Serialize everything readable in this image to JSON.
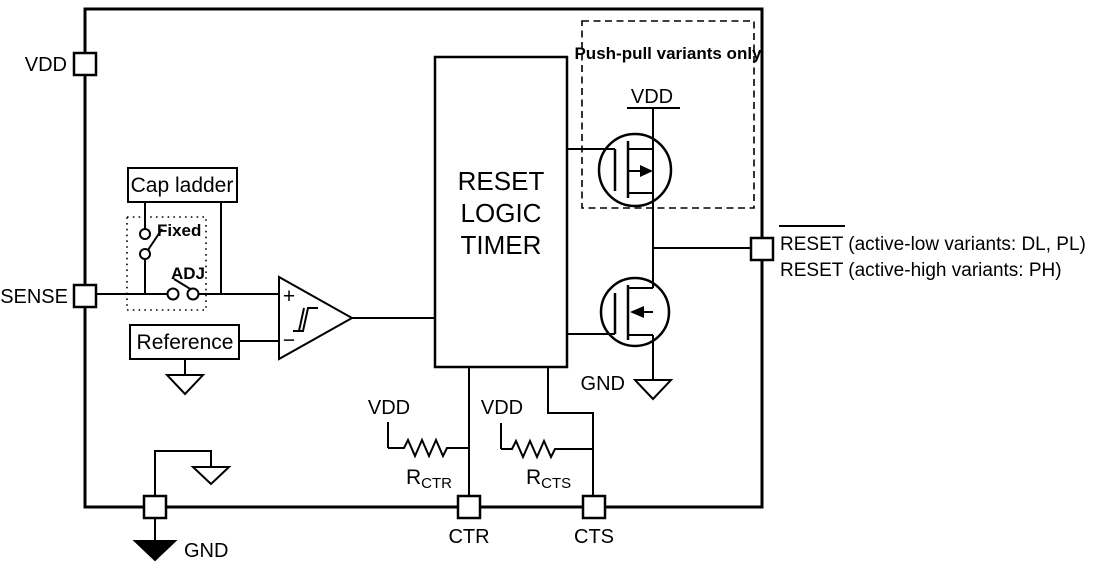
{
  "pins": {
    "vdd": {
      "label": "VDD"
    },
    "sense": {
      "label": "SENSE"
    },
    "gnd": {
      "label": "GND"
    },
    "ctr": {
      "label": "CTR"
    },
    "cts": {
      "label": "CTS"
    }
  },
  "blocks": {
    "cap_ladder": {
      "label": "Cap ladder"
    },
    "reference": {
      "label": "Reference"
    },
    "timer": {
      "lines": [
        "RESET",
        "LOGIC",
        "TIMER"
      ]
    }
  },
  "threshold_select": {
    "fixed_label": "Fixed",
    "adj_label": "ADJ"
  },
  "comparator": {
    "plus": "+",
    "minus": "−"
  },
  "output_stage": {
    "note": "Push-pull variants only",
    "vdd_label": "VDD",
    "gnd_label": "GND"
  },
  "pullups": {
    "ctr": {
      "vdd_label": "VDD",
      "name_base": "R",
      "name_sub": "CTR"
    },
    "cts": {
      "vdd_label": "VDD",
      "name_base": "R",
      "name_sub": "CTS"
    }
  },
  "outputs": {
    "active_low": "RESET (active-low variants: DL, PL)",
    "active_high": "RESET (active-high variants: PH)"
  },
  "colors": {
    "line": "#000000",
    "background": "#ffffff"
  }
}
